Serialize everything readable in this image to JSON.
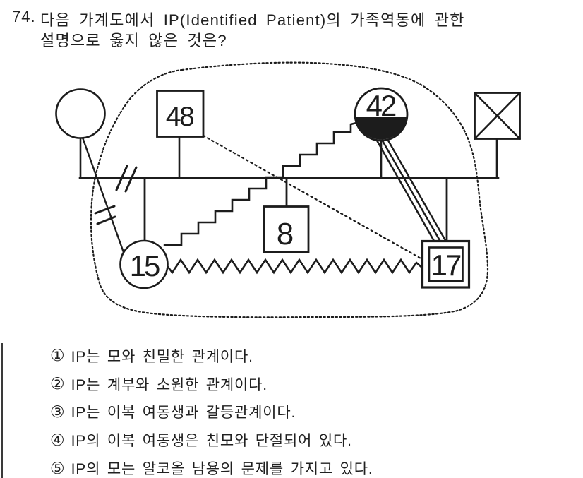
{
  "colors": {
    "ink": "#1c1c1c",
    "paper": "#ffffff"
  },
  "question": {
    "number": "74.",
    "line1": "다음 가계도에서 IP(Identified Patient)의 가족역동에 관한",
    "line2": "설명으로 옳지 않은 것은?"
  },
  "genogram": {
    "nodes": {
      "bio_mother_of_sister": {
        "shape": "circle",
        "age": ""
      },
      "stepfather": {
        "shape": "square",
        "age": "48"
      },
      "mother": {
        "shape": "circle",
        "age": "42",
        "marker": "lower-half-filled-alcohol-abuse"
      },
      "deceased_father": {
        "shape": "square-with-x",
        "age": ""
      },
      "half_sister": {
        "shape": "circle",
        "age": "15"
      },
      "half_brother": {
        "shape": "square",
        "age": "8"
      },
      "ip": {
        "shape": "double-square",
        "age": "17"
      }
    },
    "relationships": [
      {
        "type": "divorce-double-slash",
        "between": [
          "bio_mother_of_sister",
          "stepfather"
        ]
      },
      {
        "type": "cutoff-line",
        "between": [
          "bio_mother_of_sister",
          "half_sister"
        ]
      },
      {
        "type": "conflict-zigzag",
        "between": [
          "half_sister",
          "mother"
        ]
      },
      {
        "type": "conflict-zigzag",
        "between": [
          "half_sister",
          "ip"
        ]
      },
      {
        "type": "distant-dotted-line",
        "between": [
          "stepfather",
          "ip"
        ]
      },
      {
        "type": "very-close-triple-line",
        "between": [
          "mother",
          "ip"
        ]
      },
      {
        "type": "household-dotted-boundary",
        "members": [
          "stepfather",
          "mother",
          "half_sister",
          "half_brother",
          "ip"
        ]
      }
    ]
  },
  "options": [
    {
      "num": "①",
      "text": "IP는 모와 친밀한 관계이다."
    },
    {
      "num": "②",
      "text": "IP는 계부와 소원한 관계이다."
    },
    {
      "num": "③",
      "text": "IP는 이복 여동생과 갈등관계이다."
    },
    {
      "num": "④",
      "text": "IP의 이복 여동생은 친모와 단절되어 있다."
    },
    {
      "num": "⑤",
      "text": "IP의 모는 알코올 남용의 문제를 가지고 있다."
    }
  ]
}
